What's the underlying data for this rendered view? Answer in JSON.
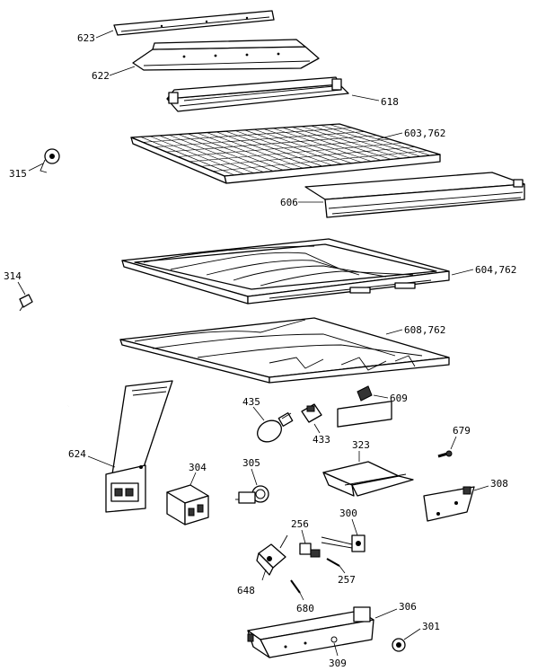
{
  "parts": {
    "p623": "623",
    "p622": "622",
    "p618": "618",
    "p603": "603,762",
    "p315": "315",
    "p606": "606",
    "p314": "314",
    "p604": "604,762",
    "p608": "608,762",
    "p435": "435",
    "p609": "609",
    "p433": "433",
    "p624": "624",
    "p323": "323",
    "p679": "679",
    "p304": "304",
    "p305": "305",
    "p308": "308",
    "p256": "256",
    "p300": "300",
    "p257": "257",
    "p648": "648",
    "p680": "680",
    "p306": "306",
    "p301": "301",
    "p309": "309"
  }
}
